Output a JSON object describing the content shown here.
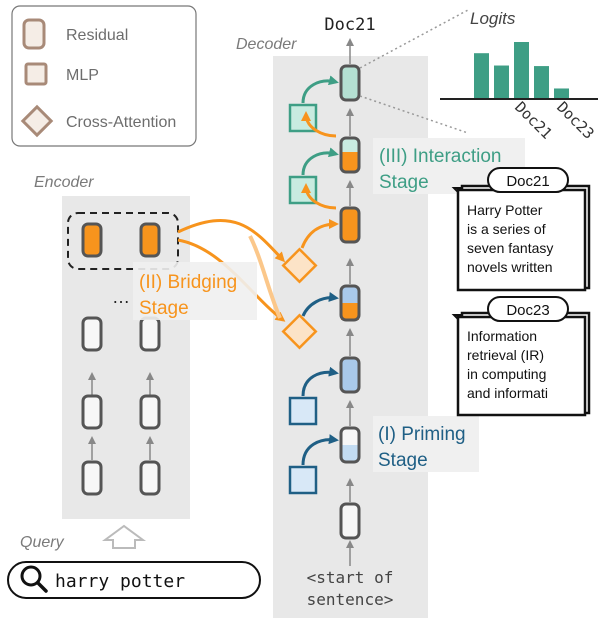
{
  "legend": {
    "residual": "Residual",
    "mlp": "MLP",
    "cross_attention": "Cross-Attention"
  },
  "encoder": {
    "label": "Encoder",
    "ellipsis": "…"
  },
  "decoder": {
    "label": "Decoder",
    "output_token": "Doc21",
    "start_token_line1": "<start of",
    "start_token_line2": "sentence>"
  },
  "query": {
    "label": "Query",
    "text": "harry potter"
  },
  "stages": {
    "priming_line1": "(I) Priming",
    "priming_line2": "Stage",
    "bridging_line1": "(II) Bridging",
    "bridging_line2": "Stage",
    "interaction_line1": "(III) Interaction",
    "interaction_line2": "Stage"
  },
  "logits": {
    "label": "Logits",
    "tick_labels": [
      "Doc21",
      "Doc23"
    ]
  },
  "chart_data": {
    "type": "bar",
    "title": "Logits",
    "categories": [
      "",
      "",
      "Doc21",
      "",
      "Doc23"
    ],
    "values": [
      0.8,
      0.58,
      1.0,
      0.57,
      0.17
    ]
  },
  "documents": [
    {
      "id": "Doc21",
      "lines": [
        "Harry Potter",
        "is a series of",
        "seven fantasy",
        "novels written"
      ]
    },
    {
      "id": "Doc23",
      "lines": [
        "Information",
        "retrieval (IR)",
        "in computing",
        "and informati"
      ]
    }
  ],
  "colors": {
    "orange": "#F7941D",
    "orange_light": "#FCD9B0",
    "teal": "#3E9E85",
    "teal_light": "#C8EBE0",
    "blue": "#1F5F85",
    "blue_light": "#C3DCF2",
    "gray_panel": "#E8E8E8",
    "node_border": "#5a5a5a"
  }
}
